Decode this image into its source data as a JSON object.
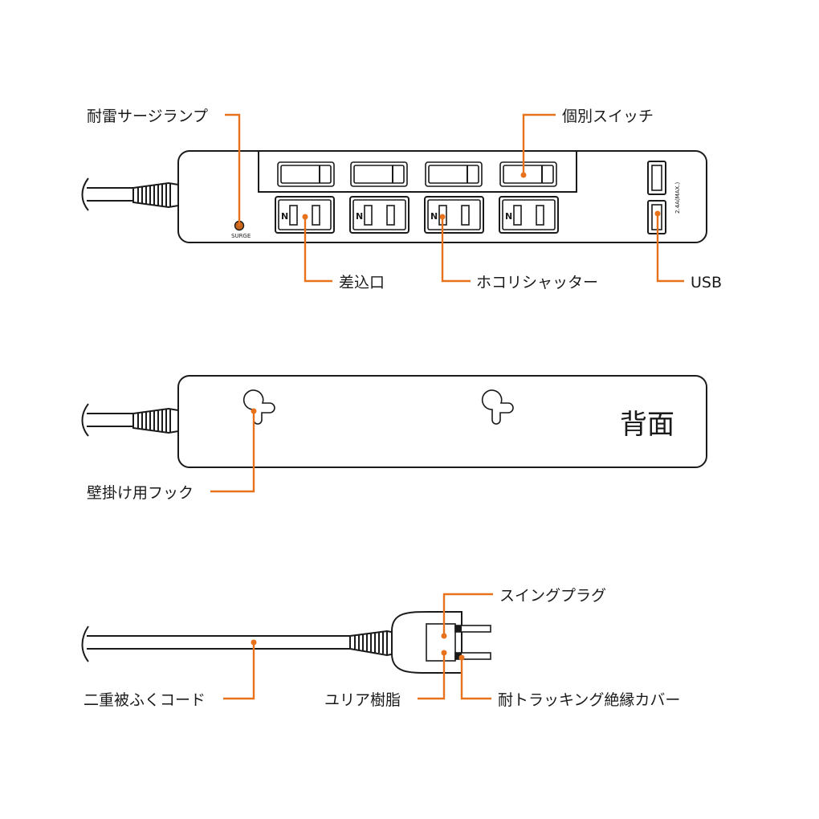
{
  "colors": {
    "accent": "#e8721c",
    "outline": "#1a1a1a"
  },
  "top_view": {
    "labels": {
      "surge_lamp": "耐雷サージランプ",
      "individual_switch": "個別スイッチ",
      "outlet": "差込口",
      "dust_shutter": "ホコリシャッター",
      "usb": "USB"
    },
    "surge_text": "SURGE",
    "usb_rating": "2.4A(MAX.)",
    "outlet_mark": "N"
  },
  "back_view": {
    "title": "背面",
    "labels": {
      "wall_hook": "壁掛け用フック"
    }
  },
  "plug_view": {
    "labels": {
      "swing_plug": "スイングプラグ",
      "double_cord": "二重被ふくコード",
      "urea_resin": "ユリア樹脂",
      "tracking_cover": "耐トラッキング絶縁カバー"
    }
  }
}
